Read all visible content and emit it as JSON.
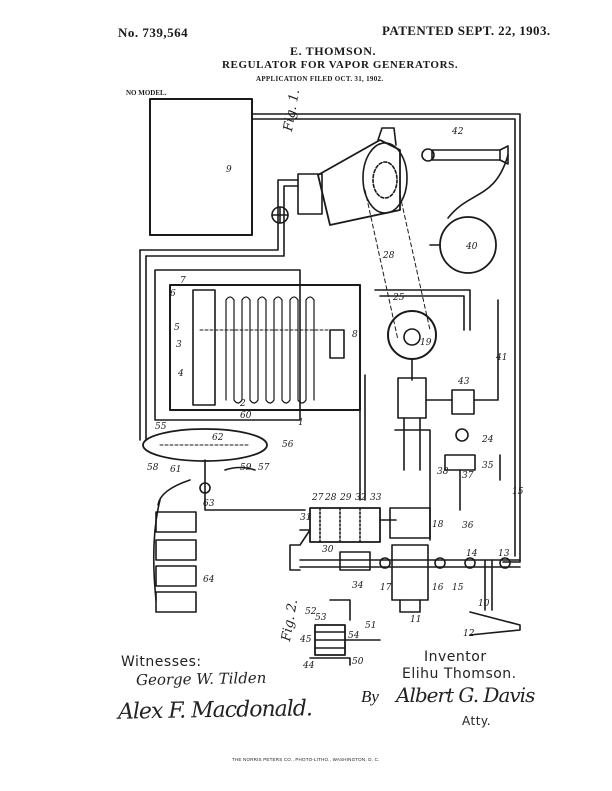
{
  "header": {
    "patent_number": "No. 739,564",
    "patented": "PATENTED SEPT. 22, 1903.",
    "inventor": "E. THOMSON.",
    "title": "REGULATOR FOR VAPOR GENERATORS.",
    "application": "APPLICATION FILED OCT. 31, 1902.",
    "model": "NO MODEL."
  },
  "figures": {
    "fig1": "Fig. 1.",
    "fig2": "Fig. 2."
  },
  "labels": [
    "9",
    "42",
    "7",
    "28",
    "40",
    "6",
    "25",
    "5",
    "3",
    "8",
    "4",
    "19",
    "2",
    "60",
    "1",
    "41",
    "43",
    "55",
    "62",
    "24",
    "38",
    "35",
    "59",
    "37",
    "15",
    "53",
    "61",
    "58",
    "57",
    "56",
    "63",
    "27",
    "28",
    "29",
    "32",
    "33",
    "31",
    "18",
    "36",
    "30",
    "14",
    "13",
    "34",
    "17",
    "16",
    "15",
    "11",
    "10",
    "12",
    "52",
    "54",
    "51",
    "64",
    "45",
    "44",
    "50"
  ],
  "signatures": {
    "witnesses_label": "Witnesses:",
    "witness_1": "George W. Tilden",
    "witness_2": "Alex F. Macdonald.",
    "inventor_label": "Inventor",
    "inventor_name": "Elihu Thomson.",
    "by_label": "By",
    "attorney_signature": "Albert G. Davis",
    "atty_label": "Atty."
  },
  "footer": "THE NORRIS PETERS CO., PHOTO-LITHO., WASHINGTON, D. C."
}
